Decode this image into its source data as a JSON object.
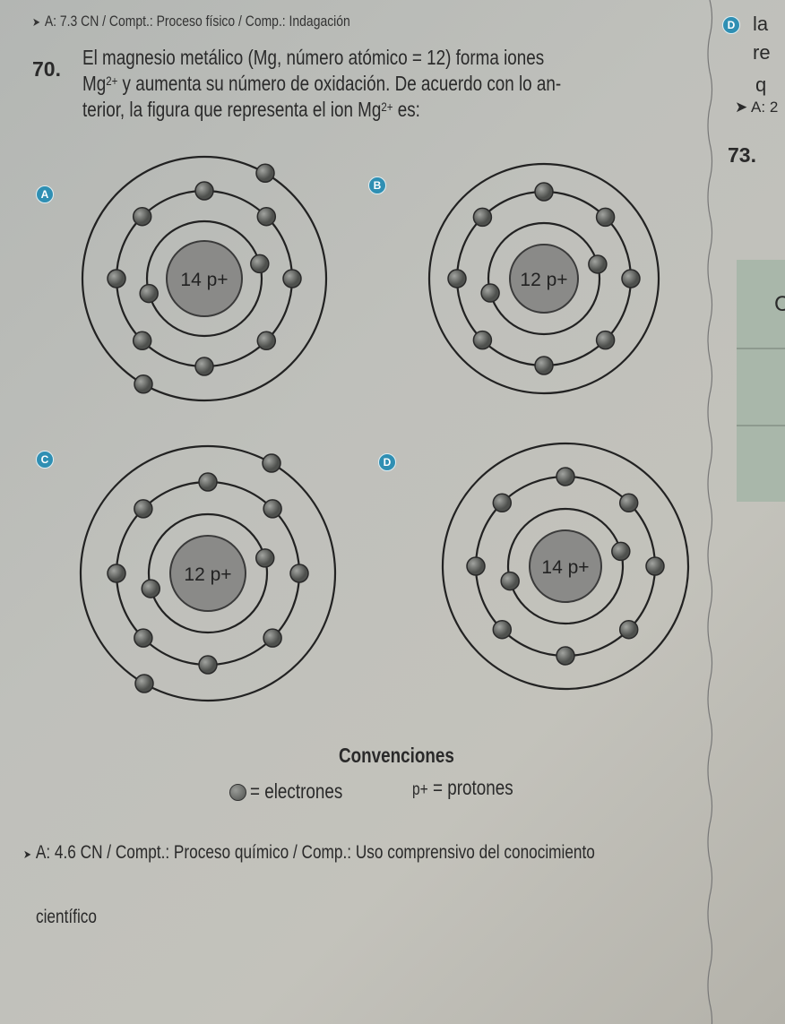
{
  "header_tag": "A: 7.3 CN / Compt.: Proceso físico / Comp.: Indagación",
  "question": {
    "number": "70.",
    "line1": "El magnesio metálico (Mg, número atómico = 12) forma iones",
    "line2_prefix": "Mg",
    "line2_sup": "2+",
    "line2_rest": " y aumenta su número de oxidación. De acuerdo con lo an-",
    "line3_prefix": "terior, la figura que representa el ion Mg",
    "line3_sup": "2+",
    "line3_rest": " es:"
  },
  "options": [
    {
      "letter": "A",
      "nucleus": "14 p+",
      "shells": [
        2,
        8,
        2
      ]
    },
    {
      "letter": "B",
      "nucleus": "12 p+",
      "shells": [
        2,
        8,
        0
      ]
    },
    {
      "letter": "C",
      "nucleus": "12 p+",
      "shells": [
        2,
        8,
        2
      ]
    },
    {
      "letter": "D",
      "nucleus": "14 p+",
      "shells": [
        2,
        8,
        0
      ]
    }
  ],
  "conventions": {
    "title": "Convenciones",
    "electrons": "= electrones",
    "protons_symbol": "p+",
    "protons": "= protones"
  },
  "footer_tag_line1": "A: 4.6 CN / Compt.: Proceso químico / Comp.: Uso comprensivo del conocimiento",
  "footer_tag_line2": "científico",
  "right_page": {
    "badge": "D",
    "texts": [
      "la",
      "re",
      "q",
      "A: 2",
      "73.",
      "C"
    ]
  },
  "colors": {
    "badge": "#2f8fb3",
    "nucleus": "#8a8a88",
    "electron": "#6e706d"
  }
}
